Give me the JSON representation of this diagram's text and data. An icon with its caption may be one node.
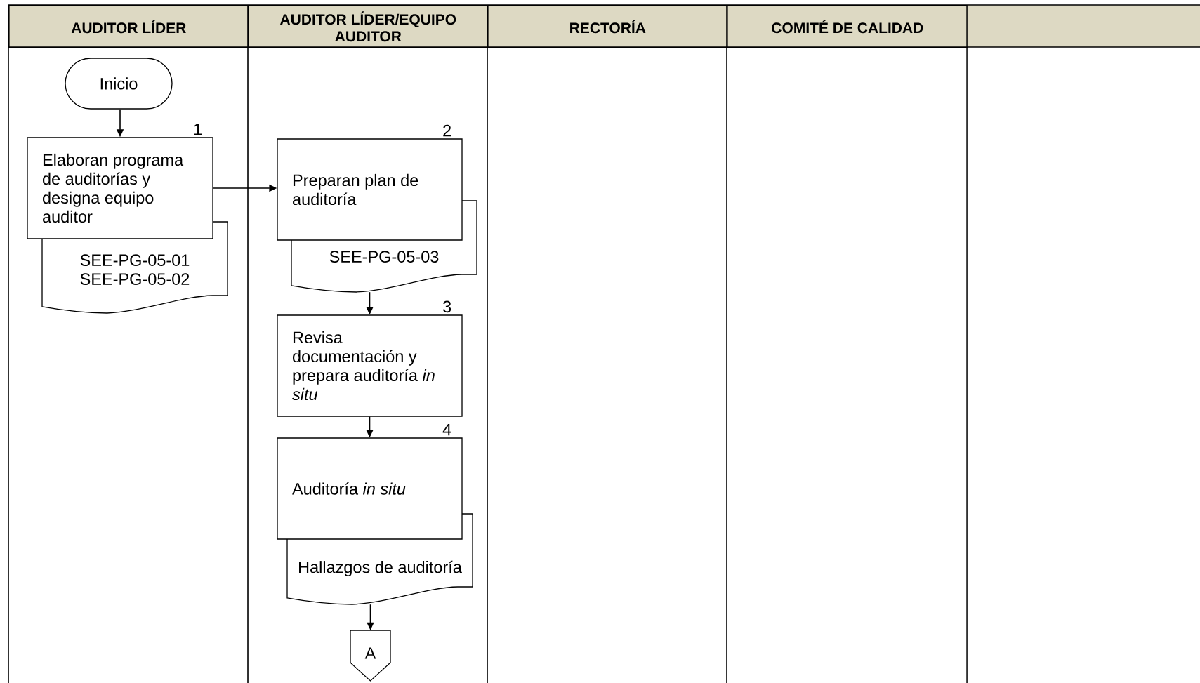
{
  "diagram": {
    "nodes": [
      {
        "text": [
          "Inicio"
        ]
      },
      {
        "text": [
          "Elaboran programa de auditorías y designa equipo auditor"
        ],
        "beside": [
          "1"
        ]
      },
      {
        "text": [
          "SEE-PG-05-01",
          "SEE-PG-05-02"
        ]
      },
      {
        "text": [
          "Preparan plan de auditoría"
        ],
        "beside": [
          "2"
        ]
      },
      {
        "text": [
          "SEE-PG-05-03"
        ]
      },
      {
        "text": [
          "Revisa documentación y prepara auditoría *in situ*"
        ],
        "beside": [
          "3"
        ]
      },
      {
        "text": [
          "Auditoría *in situ*"
        ],
        "beside": [
          "4"
        ]
      },
      {
        "text": [
          "Hallazgos de auditoría"
        ]
      },
      {
        "text": [
          "A"
        ]
      }
    ],
    "edges": [
      {
        "from": 0,
        "to": 1,
        "arrow": "to"
      },
      {
        "from": 1,
        "to": 3,
        "arrow": "to"
      },
      {
        "from": 4,
        "to": 5,
        "arrow": "to"
      },
      {
        "from": 5,
        "to": 6,
        "arrow": "to"
      },
      {
        "from": 7,
        "to": 8,
        "arrow": "to"
      }
    ],
    "labels": [
      "AUDITOR LÍDER",
      "AUDITOR LÍDER/EQUIPO AUDITOR",
      "RECTORÍA",
      "COMITÉ DE CALIDAD"
    ]
  }
}
